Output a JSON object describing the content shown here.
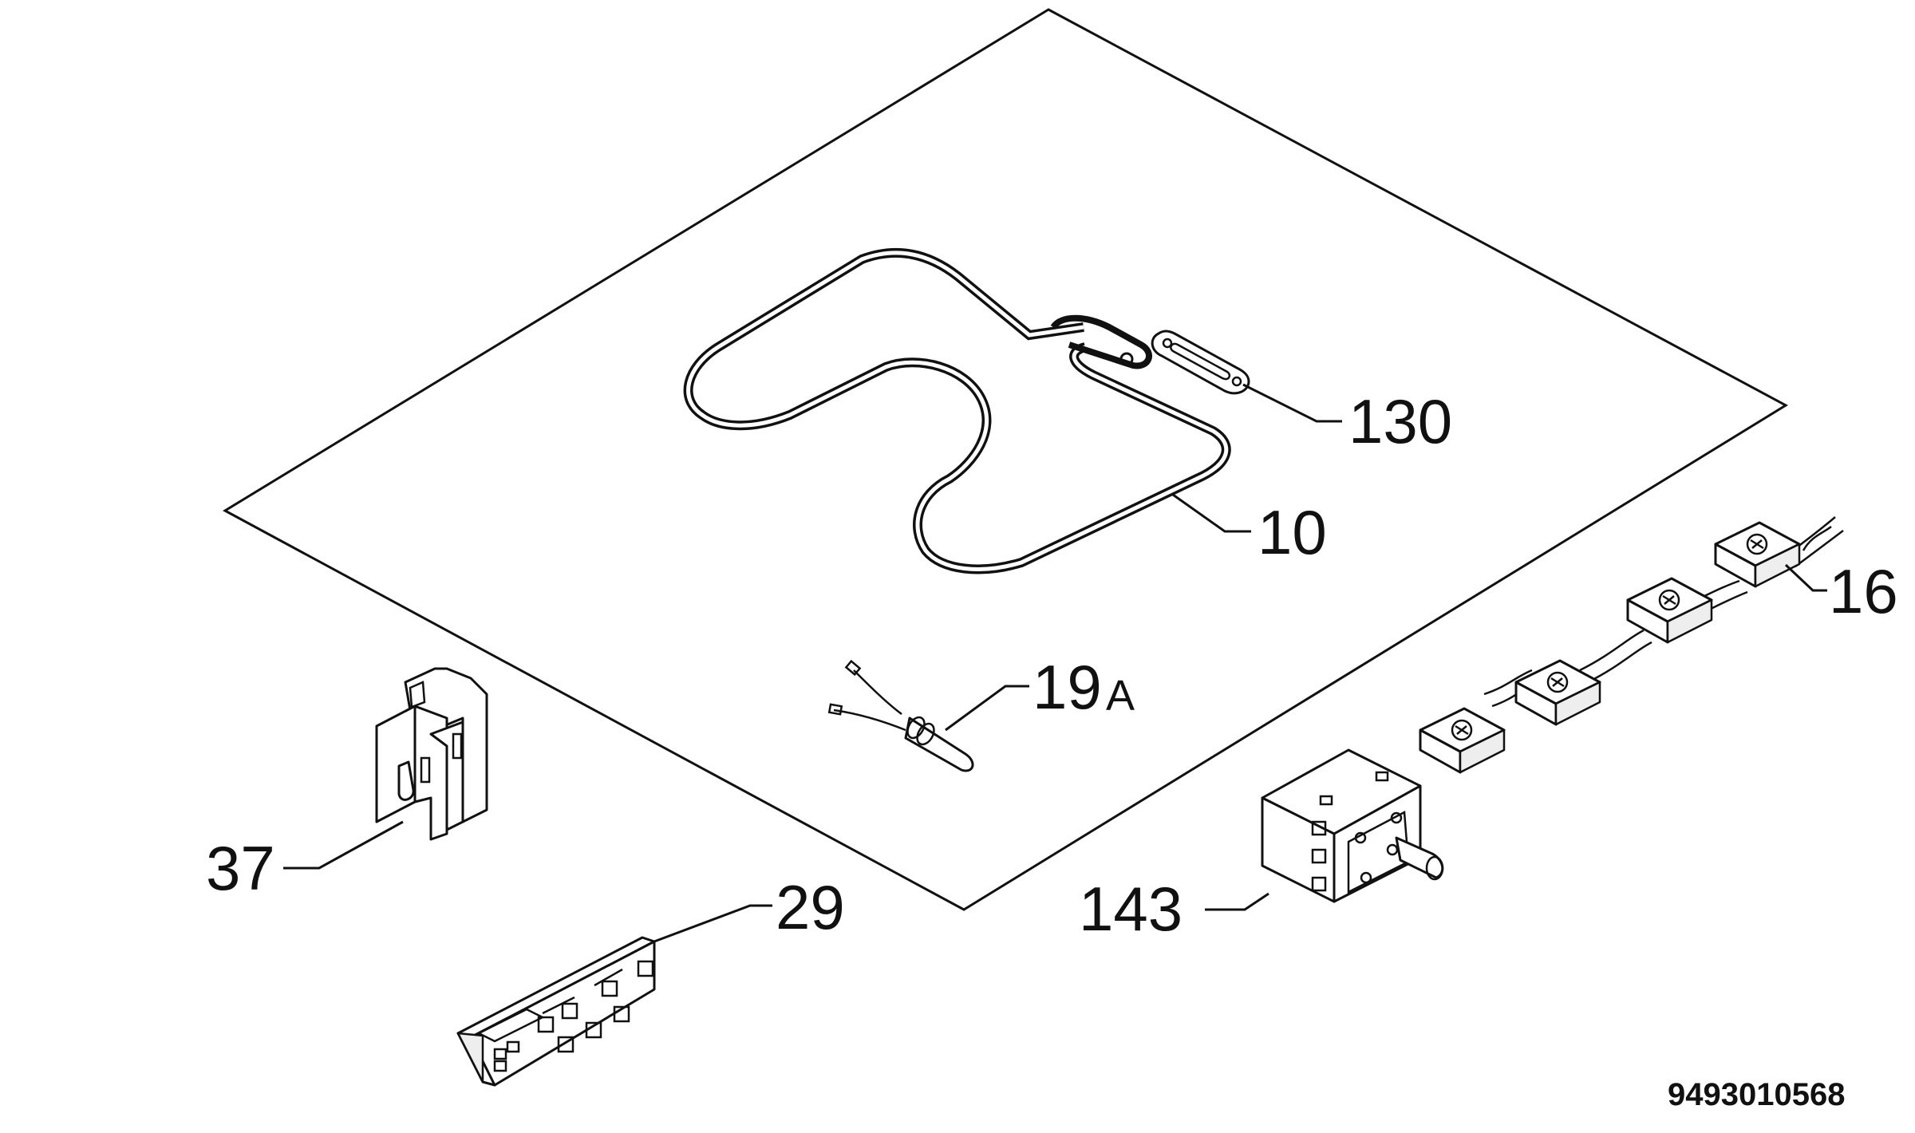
{
  "diagram": {
    "drawing_code": "9493010568",
    "callouts": [
      {
        "id": "130",
        "text": "130"
      },
      {
        "id": "10",
        "text": "10"
      },
      {
        "id": "16",
        "text": "16"
      },
      {
        "id": "19A",
        "text": "19",
        "suffix": "A"
      },
      {
        "id": "37",
        "text": "37"
      },
      {
        "id": "29",
        "text": "29"
      },
      {
        "id": "143",
        "text": "143"
      }
    ]
  }
}
